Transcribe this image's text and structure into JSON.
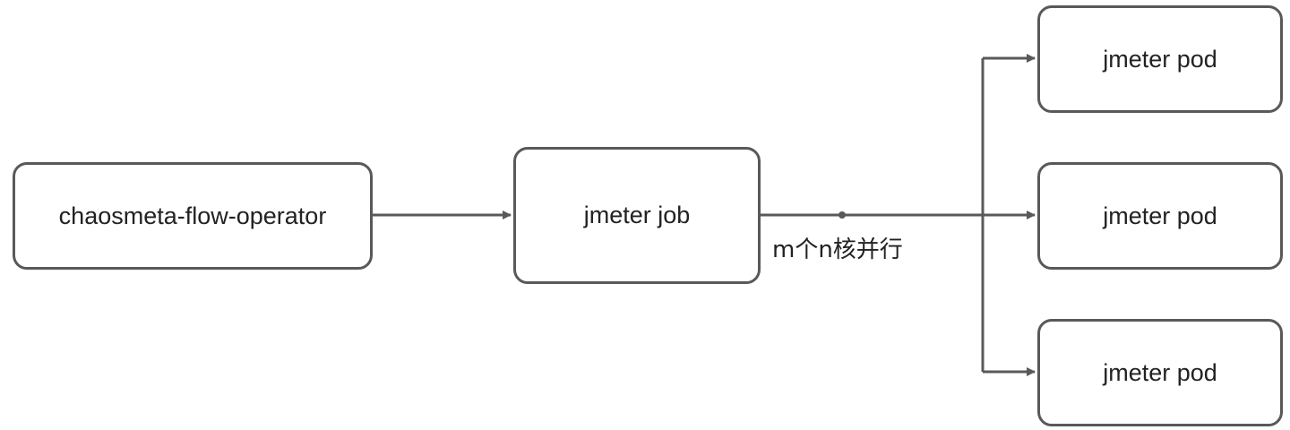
{
  "diagram": {
    "nodes": {
      "operator": "chaosmeta-flow-operator",
      "job": "jmeter job",
      "pods": [
        "jmeter pod",
        "jmeter pod",
        "jmeter pod"
      ]
    },
    "edge_label": "m个n核并行"
  },
  "colors": {
    "stroke": "#595959",
    "text": "#222222",
    "background": "#ffffff"
  }
}
